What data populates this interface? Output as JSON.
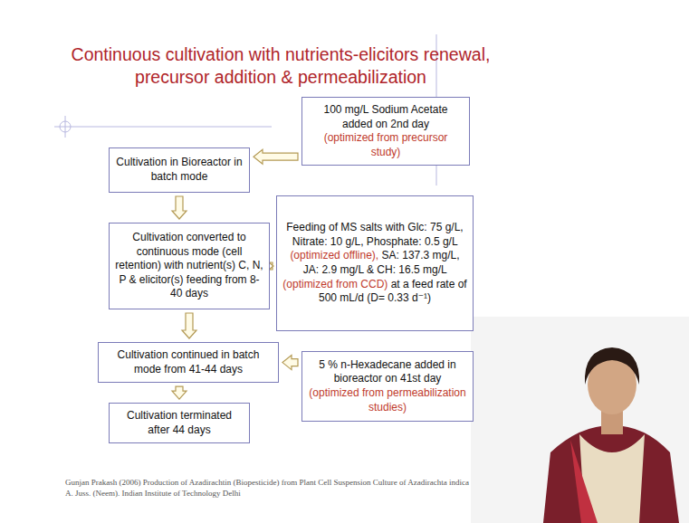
{
  "diagram": {
    "title": "Continuous cultivation with nutrients-elicitors renewal, precursor addition & permeabilization",
    "nodes": [
      {
        "text": [
          "Cultivation in Bioreactor in batch mode"
        ]
      },
      {
        "text": [
          "100 mg/L Sodium Acetate added on 2nd day",
          "(optimized from precursor study)"
        ]
      },
      {
        "text": [
          "Cultivation converted to continuous mode (cell retention) with nutrient(s) C, N, P & elicitor(s) feeding from 8-40 days"
        ]
      },
      {
        "text": [
          "Feeding of MS salts with Glc: 75 g/L, Nitrate: 10 g/L, Phosphate: 0.5 g/L",
          "(optimized offline),",
          "SA: 137.3 mg/L, JA: 2.9 mg/L & CH: 16.5 mg/L",
          "(optimized from CCD)",
          "at a feed rate of 500 mL/d (D= 0.33 d⁻¹)"
        ]
      },
      {
        "text": [
          "Cultivation continued in batch mode from 41-44 days"
        ]
      },
      {
        "text": [
          "5 % n-Hexadecane added in bioreactor on 41st day",
          "(optimized from permeabilization studies)"
        ]
      },
      {
        "text": [
          "Cultivation terminated after 44 days"
        ]
      }
    ],
    "edges": [
      {
        "from": 1,
        "to": 0,
        "arrow": "to"
      },
      {
        "from": 0,
        "to": 2,
        "arrow": "to"
      },
      {
        "from": 3,
        "to": 2,
        "arrow": "to"
      },
      {
        "from": 2,
        "to": 4,
        "arrow": "to"
      },
      {
        "from": 5,
        "to": 4,
        "arrow": "to"
      },
      {
        "from": 4,
        "to": 6,
        "arrow": "to"
      }
    ],
    "labels": [
      "Gunjan Prakash (2006) Production of Azadirachtin (Biopesticide) from Plant Cell Suspension Culture of Azadirachta indica A. Juss. (Neem). Indian Institute of Technology Delhi"
    ]
  }
}
